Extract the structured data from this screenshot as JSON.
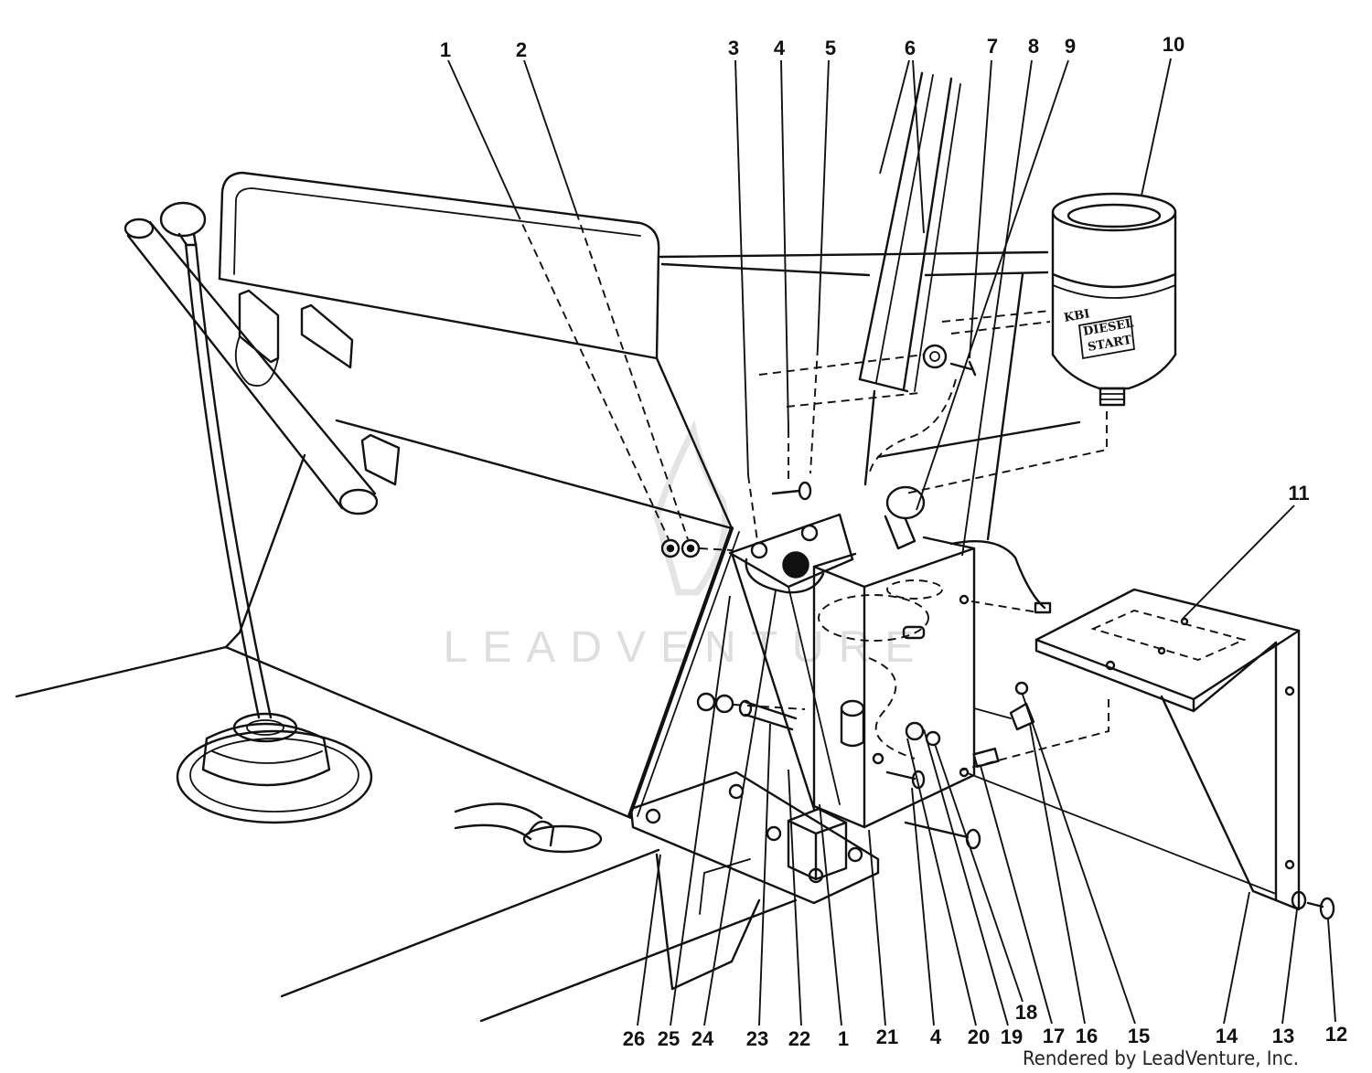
{
  "callouts": {
    "top": [
      "1",
      "2",
      "3",
      "4",
      "5",
      "6",
      "7",
      "8",
      "9",
      "10"
    ],
    "side": [
      "11"
    ],
    "bottom": [
      "26",
      "25",
      "24",
      "23",
      "22",
      "1",
      "21",
      "4",
      "20",
      "19",
      "18",
      "17",
      "16",
      "15",
      "14",
      "13",
      "12"
    ]
  },
  "canister_label": {
    "brand": "KBI",
    "line1": "DIESEL",
    "line2": "START"
  },
  "watermark": "LEADVENTURE",
  "credit": "Rendered by LeadVenture, Inc."
}
